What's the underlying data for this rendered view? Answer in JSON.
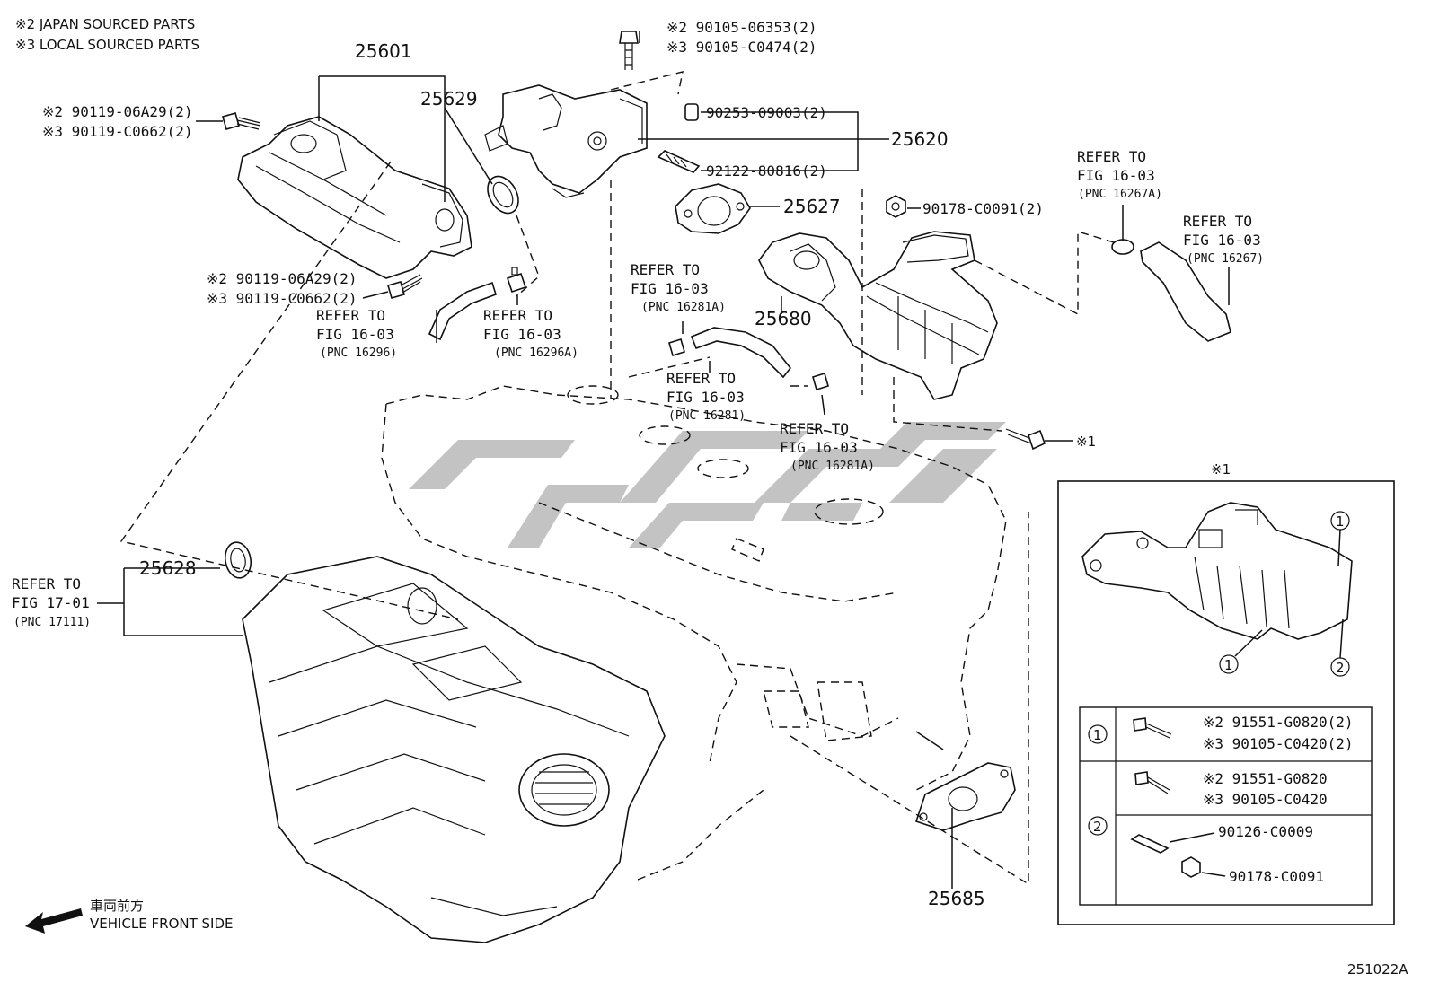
{
  "notes": {
    "note1": "※2 JAPAN SOURCED PARTS",
    "note2": "※3 LOCAL SOURCED PARTS"
  },
  "callouts": {
    "p25601": "25601",
    "p25629": "25629",
    "p25620": "25620",
    "p25627": "25627",
    "p25680": "25680",
    "p25628": "25628",
    "p25685": "25685"
  },
  "bolt_top": {
    "a": "※2 90105-06353(2)",
    "b": "※3 90105-C0474(2)"
  },
  "bolt_left1": {
    "a": "※2 90119-06A29(2)",
    "b": "※3 90119-C0662(2)"
  },
  "bolt_left2": {
    "a": "※2 90119-06A29(2)",
    "b": "※3 90119-C0662(2)"
  },
  "pin1": "90253-09003(2)",
  "stud1": "92122-80816(2)",
  "nut1": "90178-C0091(2)",
  "mark_x1": "※1",
  "refs": {
    "r16296": {
      "l1": "REFER TO",
      "l2": "FIG 16-03",
      "l3": "(PNC 16296)"
    },
    "r16296A": {
      "l1": "REFER TO",
      "l2": "FIG 16-03",
      "l3": "(PNC 16296A)"
    },
    "r16281A_top": {
      "l1": "REFER TO",
      "l2": "FIG 16-03",
      "l3": "(PNC 16281A)"
    },
    "r16281": {
      "l1": "REFER TO",
      "l2": "FIG 16-03",
      "l3": "(PNC 16281)"
    },
    "r16281A_bot": {
      "l1": "REFER TO",
      "l2": "FIG 16-03",
      "l3": "(PNC 16281A)"
    },
    "r16267A": {
      "l1": "REFER TO",
      "l2": "FIG 16-03",
      "l3": "(PNC 16267A)"
    },
    "r16267": {
      "l1": "REFER TO",
      "l2": "FIG 16-03",
      "l3": "(PNC 16267)"
    },
    "r17111": {
      "l1": "REFER TO",
      "l2": "FIG 17-01",
      "l3": "(PNC 17111)"
    }
  },
  "inset": {
    "title": "※1",
    "circle1": "1",
    "circle2": "2",
    "rows": [
      {
        "key": "1",
        "a": "※2 91551-G0820(2)",
        "b": "※3 90105-C0420(2)"
      },
      {
        "key": "2",
        "a": "※2 91551-G0820",
        "b": "※3 90105-C0420",
        "c": "90126-C0009",
        "d": "90178-C0091"
      }
    ]
  },
  "front": {
    "jp": "車両前方",
    "en": "VEHICLE FRONT SIDE"
  },
  "figure_id": "251022A"
}
